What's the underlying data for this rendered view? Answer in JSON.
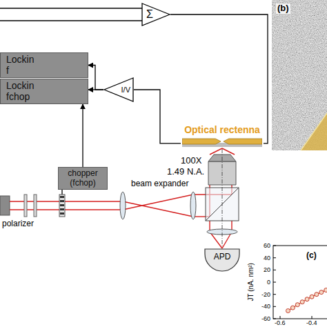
{
  "diagram": {
    "nodes": [
      {
        "text": [
          "Σ"
        ]
      },
      {
        "text": [
          "Lockin f"
        ]
      },
      {
        "text": [
          "Lockin fchop"
        ]
      },
      {
        "text": [
          "I/V"
        ]
      },
      {
        "text": [
          "Optical rectenna"
        ]
      },
      {
        "text": [
          "chopper (fchop)"
        ]
      },
      {
        "text": [
          "APD"
        ]
      }
    ],
    "edges": [
      {
        "from": 3,
        "to": 1,
        "arrow": "to"
      },
      {
        "from": 3,
        "to": 2,
        "arrow": "to"
      },
      {
        "from": 5,
        "to": 2,
        "arrow": "to"
      },
      {
        "from": 4,
        "to": 3,
        "arrow": "none"
      },
      {
        "from": 0,
        "to": 4,
        "arrow": "none"
      }
    ],
    "labels": [
      "100X",
      "1.49 N.A.",
      "beam expander",
      "polarizer",
      "(b)",
      "(c)",
      "JT (nA. nm²)",
      "60",
      "40",
      "20",
      "0",
      "-20",
      "-40",
      "-60",
      "-0.6",
      "-0.4"
    ]
  }
}
